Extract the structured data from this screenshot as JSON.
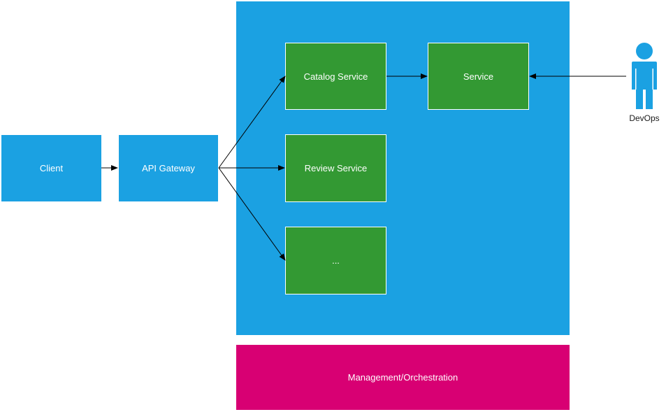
{
  "nodes": {
    "client": "Client",
    "api_gateway": "API Gateway",
    "catalog_service": "Catalog Service",
    "service": "Service",
    "review_service": "Review Service",
    "more": "...",
    "management": "Management/Orchestration"
  },
  "actor": {
    "label": "DevOps",
    "icon": "person-icon"
  },
  "colors": {
    "cluster": "#1ba1e2",
    "node_blue": "#1ba1e2",
    "service_green": "#339933",
    "management": "#d80073",
    "arrow": "#000000"
  }
}
